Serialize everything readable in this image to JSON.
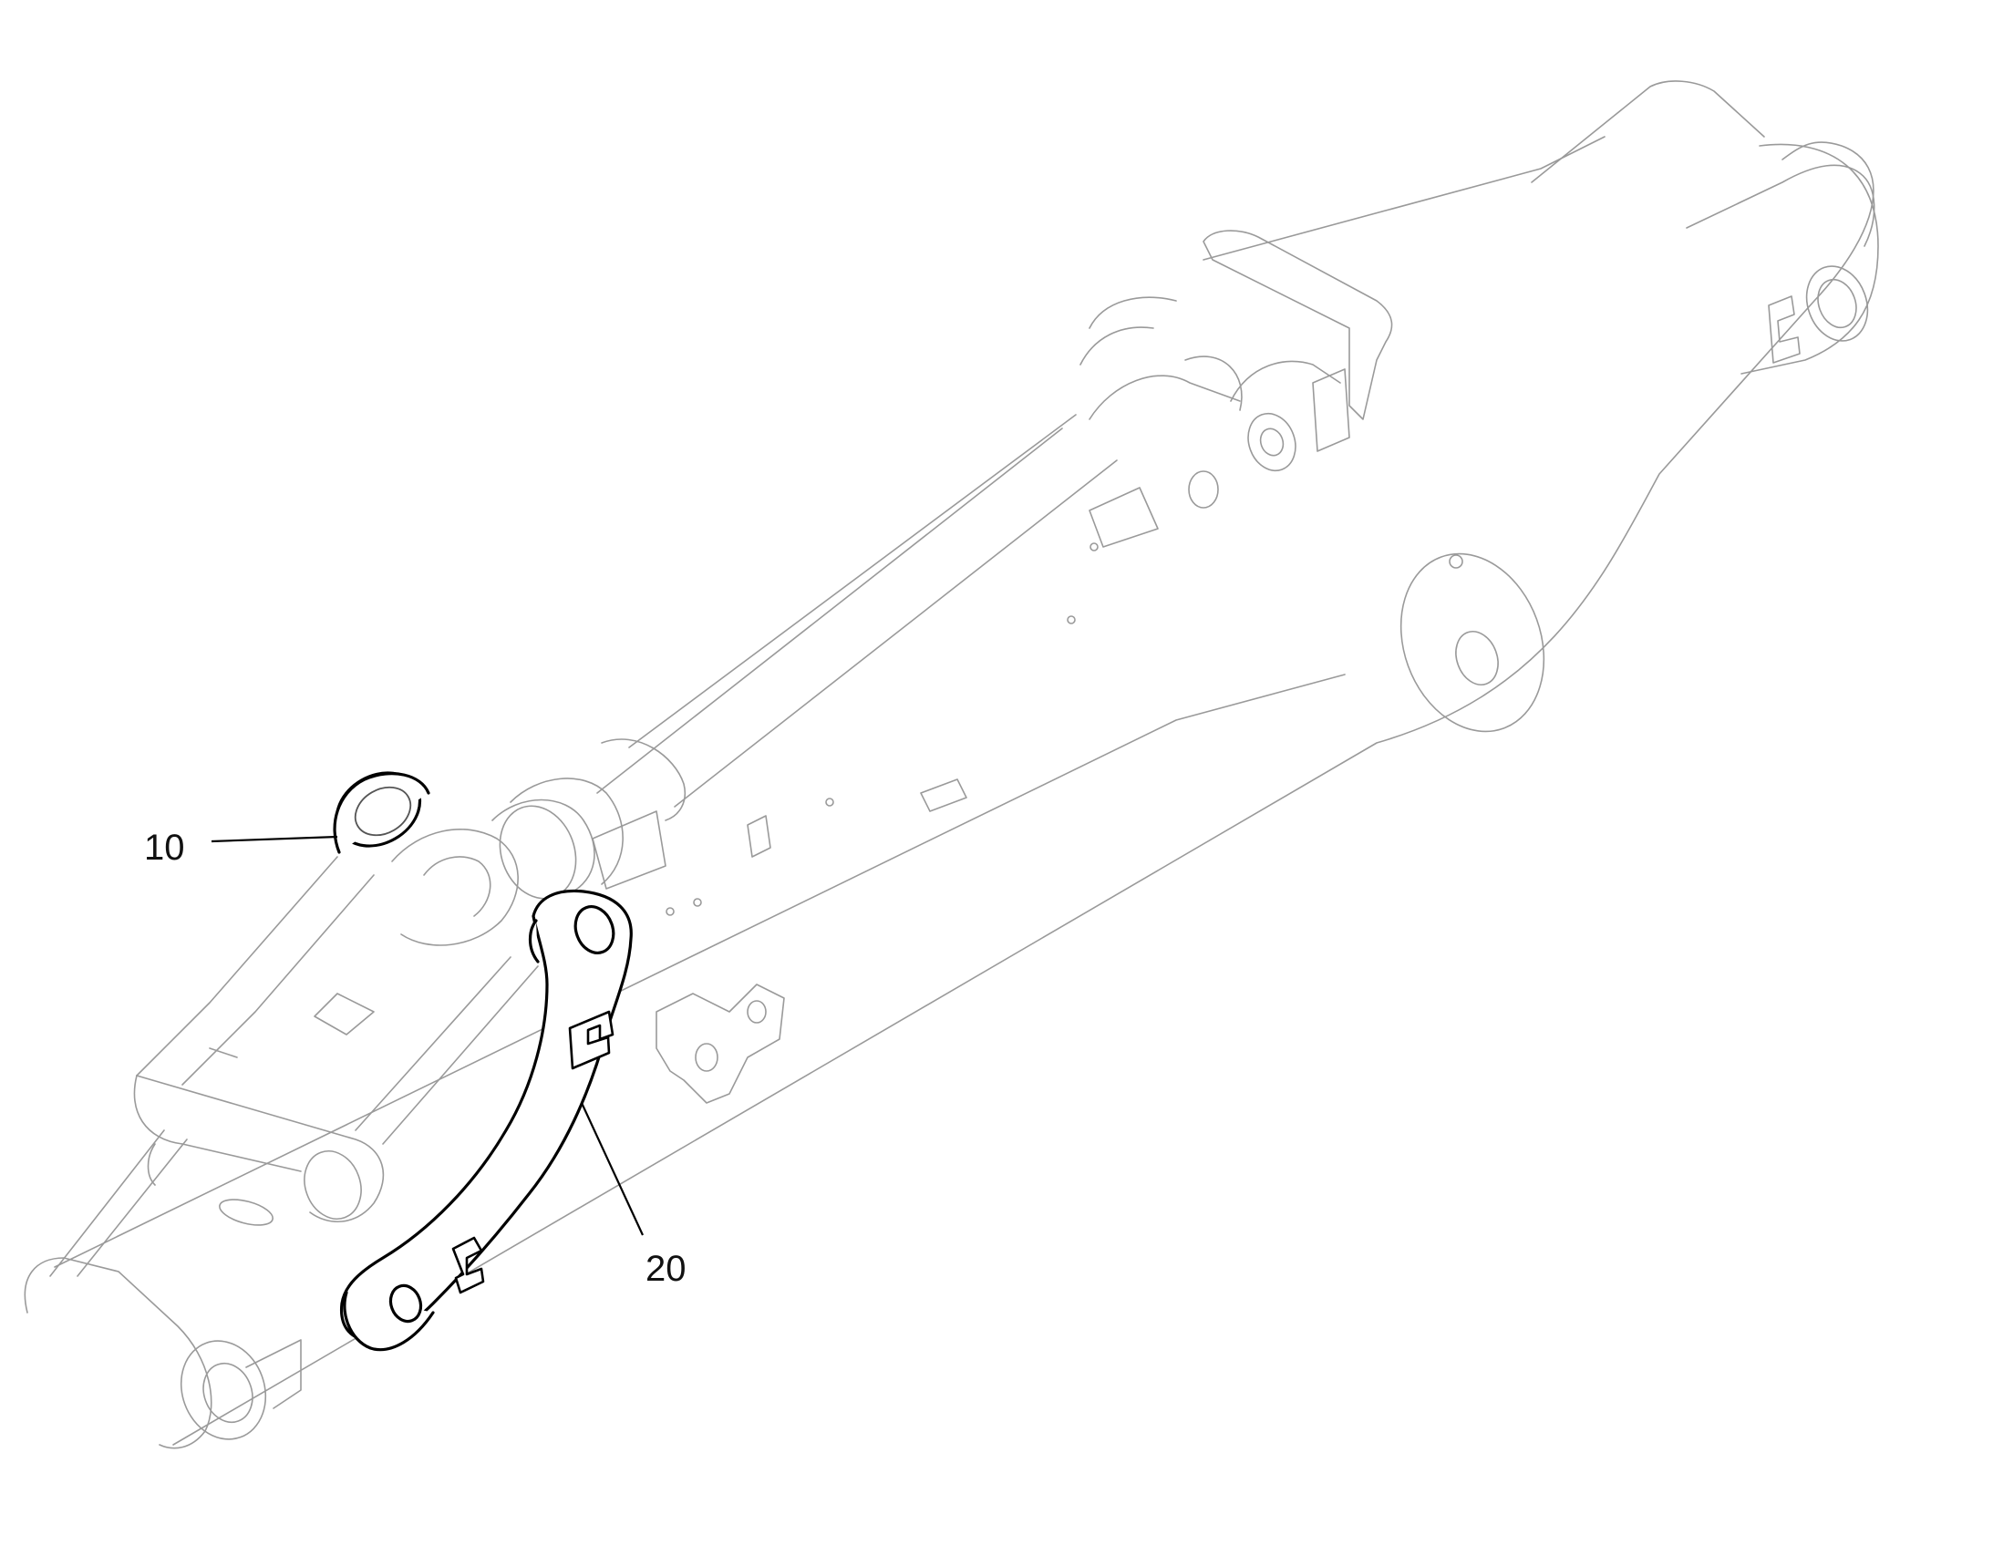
{
  "diagram": {
    "callouts": [
      {
        "id": "callout-10",
        "label": "10",
        "part": "pin-spacer-ring"
      },
      {
        "id": "callout-20",
        "label": "20",
        "part": "link-plate"
      }
    ],
    "colors": {
      "background": "#ffffff",
      "context_lines": "#9a9a9a",
      "highlight_lines": "#000000"
    }
  }
}
